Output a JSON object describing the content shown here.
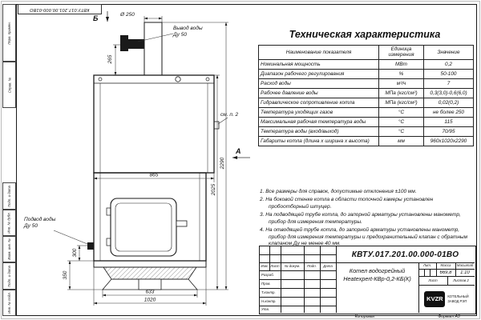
{
  "sheet": {
    "copied_label": "Копировал",
    "format_label": "Формат А3"
  },
  "frame": {
    "top_stamp": "КВТУ.017.201.00.000-01ВО",
    "left_cells": [
      "Перв. примен.",
      "Справ. №",
      "Подп. и дата",
      "Инв. № дубл.",
      "Взам. инв. №",
      "Подп. и дата",
      "Инв. № подл."
    ]
  },
  "drawing": {
    "view_top": "Б",
    "view_side": "А",
    "see_note": "см. п. 2",
    "chimney_dia": "Ø 250",
    "outlet_line1": "Вывод воды",
    "outlet_line2": "Ду 50",
    "inlet_line1": "Подвод воды",
    "inlet_line2": "Ду 50",
    "dims": {
      "d265": "265",
      "d865": "865",
      "d2290": "2290",
      "d2025": "2025",
      "d300": "300",
      "d350": "350",
      "d633": "633",
      "d1020": "1020"
    }
  },
  "tech": {
    "title": "Техническая характеристика",
    "headers": [
      "Наименование показателя",
      "Единица измерения",
      "Значение"
    ],
    "rows": [
      {
        "name": "Номинальная мощность",
        "unit": "МВт",
        "value": "0,2"
      },
      {
        "name": "Диапазон рабочего регулирования",
        "unit": "%",
        "value": "50-100"
      },
      {
        "name": "Расход воды",
        "unit": "м³/ч",
        "value": "7"
      },
      {
        "name": "Рабочее давление воды",
        "unit": "МПа (кгс/см²)",
        "value": "0,3(3,0)-0,6(6,0)"
      },
      {
        "name": "Гидравлическое сопротивление котла",
        "unit": "МПа (кгс/см²)",
        "value": "0,02(0,2)"
      },
      {
        "name": "Температура уходящих газов",
        "unit": "°С",
        "value": "не более 250"
      },
      {
        "name": "Максимальная рабочая температура воды",
        "unit": "°С",
        "value": "115"
      },
      {
        "name": "Температура воды (вход/выход)",
        "unit": "°С",
        "value": "70/95"
      },
      {
        "name": "Габариты котла (длина х ширина х высота)",
        "unit": "мм",
        "value": "960х1020х2290"
      }
    ]
  },
  "notes": [
    "1.  Все размеры для справок, допустимые отклонения ±100 мм.",
    "2.  На боковой стенке котла в области топочной камеры установлен пробоотборный штуцер.",
    "3.  На подводящей трубе котла, до запорной арматуры установлены манометр, прибор для измерения температуры.",
    "4.  На отводящей трубе котла, до запорной арматуры установлены манометр, прибор для измерения температуры и предохранительный клапан с обратным клапаном Ду не менее 40 мм."
  ],
  "title_block": {
    "doc_number": "КВТУ.017.201.00.000-01ВО",
    "product_line1": "Котел водогрейный",
    "product_line2": "Heatexpert-КВр-0,2-КБ(К)",
    "rev_headers": [
      "Изм.",
      "Лист",
      "№ докум.",
      "Подп.",
      "Дата"
    ],
    "roles": [
      "Разраб.",
      "Пров.",
      "Т.контр.",
      "Н.контр.",
      "Утв."
    ],
    "lit_label": "Лит.",
    "mass_label": "Масса",
    "scale_label": "Масштаб",
    "mass_value": "669,8",
    "scale_value": "1:10",
    "sheet_label": "Лист",
    "sheets_label": "Листов",
    "sheets_value": "2",
    "logo_text": "KVZR",
    "logo_line1": "КОТЕЛЬНЫЙ",
    "logo_line2": "ЗАВОД РЭП"
  }
}
